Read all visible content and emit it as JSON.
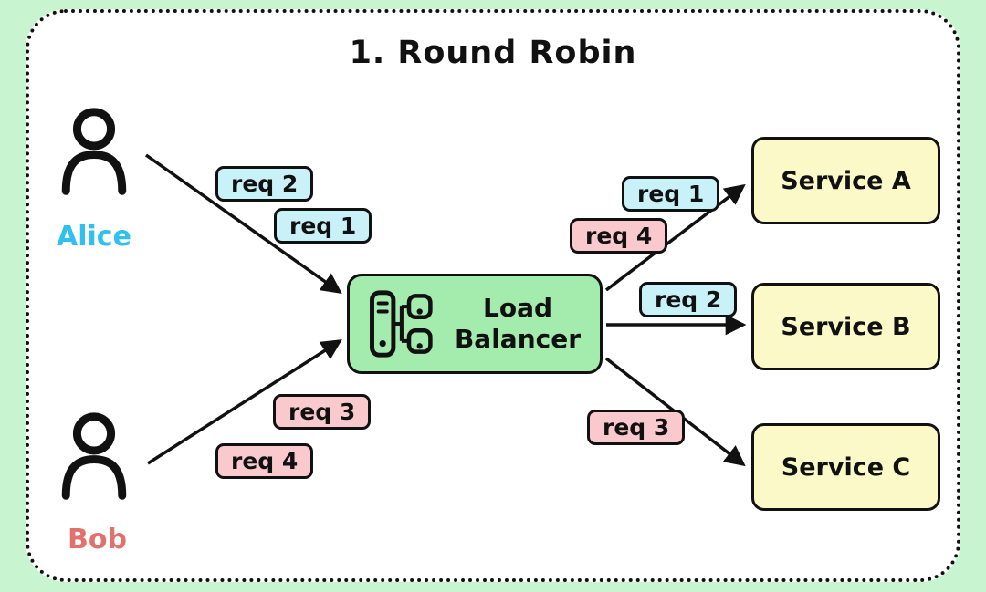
{
  "title": "1. Round Robin",
  "colors": {
    "background": "#c9f4d0",
    "panel_bg": "#ffffff",
    "outline": "#111111",
    "load_balancer_fill": "#a3ecae",
    "service_fill": "#fcf9c9",
    "req_alice_fill": "#c9f1f8",
    "req_bob_fill": "#f9c9cd",
    "alice_color": "#2fc0ee",
    "bob_color": "#e0716d"
  },
  "actors": {
    "alice": {
      "label": "Alice",
      "icon": "person-icon"
    },
    "bob": {
      "label": "Bob",
      "icon": "person-icon"
    }
  },
  "load_balancer": {
    "line1": "Load",
    "line2": "Balancer",
    "icon": "server-rack-icon"
  },
  "services": [
    {
      "label": "Service A"
    },
    {
      "label": "Service B"
    },
    {
      "label": "Service C"
    }
  ],
  "request_tags": [
    {
      "label": "req 2",
      "owner": "alice",
      "flow": "alice-to-load-balancer"
    },
    {
      "label": "req 1",
      "owner": "alice",
      "flow": "alice-to-load-balancer"
    },
    {
      "label": "req 3",
      "owner": "bob",
      "flow": "bob-to-load-balancer"
    },
    {
      "label": "req 4",
      "owner": "bob",
      "flow": "bob-to-load-balancer"
    },
    {
      "label": "req 1",
      "owner": "alice",
      "flow": "load-balancer-to-service-a"
    },
    {
      "label": "req 4",
      "owner": "bob",
      "flow": "load-balancer-to-service-a"
    },
    {
      "label": "req 2",
      "owner": "alice",
      "flow": "load-balancer-to-service-b"
    },
    {
      "label": "req 3",
      "owner": "bob",
      "flow": "load-balancer-to-service-c"
    }
  ]
}
